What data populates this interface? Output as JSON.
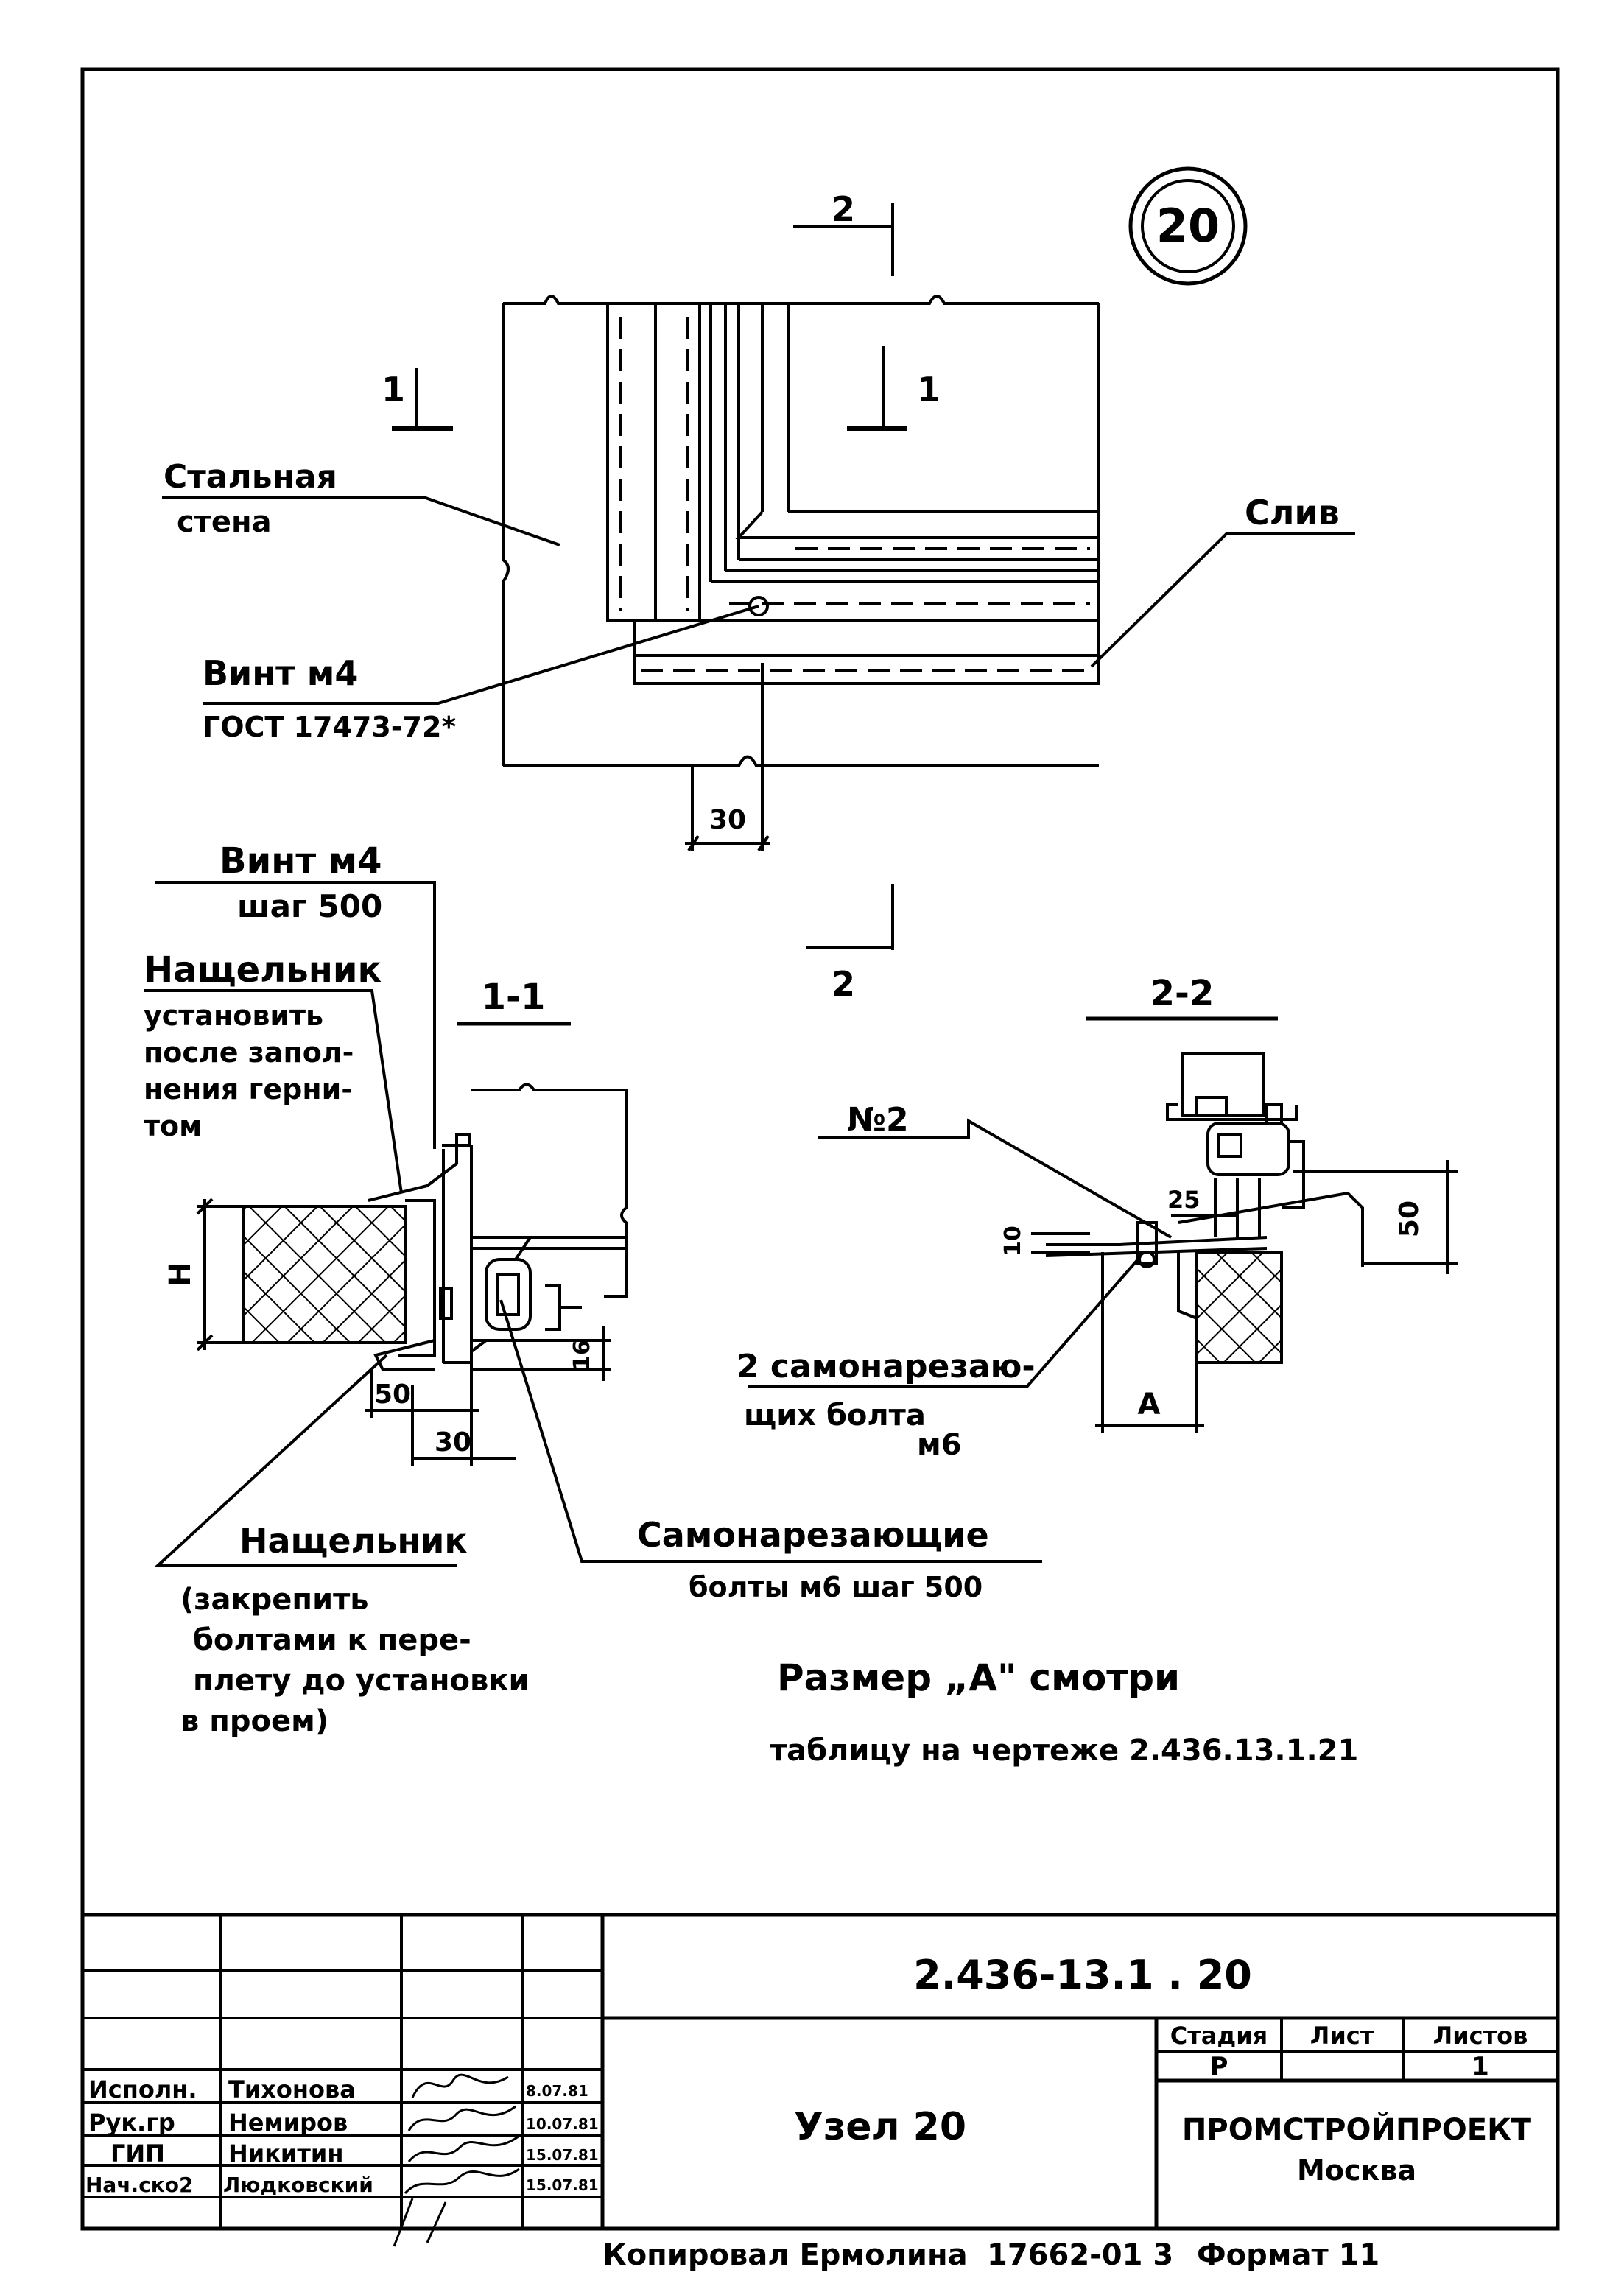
{
  "sheet": {
    "node_number": "20",
    "code": "2.436-13.1 . 20",
    "title": "Узел 20",
    "organization": "ПРОМСТРОЙПРОЕКТ",
    "city": "Москва",
    "copied_by": "Копировал Ермолина",
    "copy_number": "17662-01 3",
    "format": "Формат 11",
    "stage_header": "Стадия",
    "sheet_header": "Лист",
    "sheets_header": "Листов",
    "stage_value": "Р",
    "sheet_value": "",
    "sheets_value": "1"
  },
  "signatures": [
    {
      "role": "Исполн.",
      "name": "Тихонова",
      "date": "8.07.81"
    },
    {
      "role": "Рук.гр",
      "name": "Немиров",
      "date": "10.07.81"
    },
    {
      "role": "ГИП",
      "name": "Никитин",
      "date": "15.07.81"
    },
    {
      "role": "Нач.ско2",
      "name": "Людковский",
      "date": "15.07.81"
    }
  ],
  "plan_view": {
    "cut_2": "2",
    "cut_1": "1",
    "wall_label_1": "Стальная",
    "wall_label_2": "стена",
    "drain_label": "Слив",
    "screw_label": "Винт м4",
    "screw_gost": "ГОСТ 17473-72*",
    "dim_30": "30"
  },
  "section_1": {
    "title": "1-1",
    "screw_label": "Винт м4",
    "screw_step": "шаг 500",
    "cover_label": "Нащельник",
    "cover_note_1": "установить",
    "cover_note_2": "после запол-",
    "cover_note_3": "нения герни-",
    "cover_note_4": "том",
    "dim_h": "Н",
    "dim_16": "16",
    "dim_50": "50",
    "dim_30": "30",
    "cover2_label": "Нащельник",
    "cover2_note_1": "(закрепить",
    "cover2_note_2": "болтами к пере-",
    "cover2_note_3": "плету до установки",
    "cover2_note_4": "в проем)",
    "bolts_label": "Самонарезающие",
    "bolts_note": "болты м6 шаг 500"
  },
  "section_2": {
    "title": "2-2",
    "item_label": "№2",
    "dim_25": "25",
    "dim_10": "10",
    "dim_50": "50",
    "dim_a": "А",
    "bolts_1": "2 самонарезаю-",
    "bolts_2": "щих болта",
    "bolts_3": "м6"
  },
  "notes": {
    "line_1": "Размер „А\" смотри",
    "line_2": "таблицу на чертеже 2.436.13.1.21"
  }
}
